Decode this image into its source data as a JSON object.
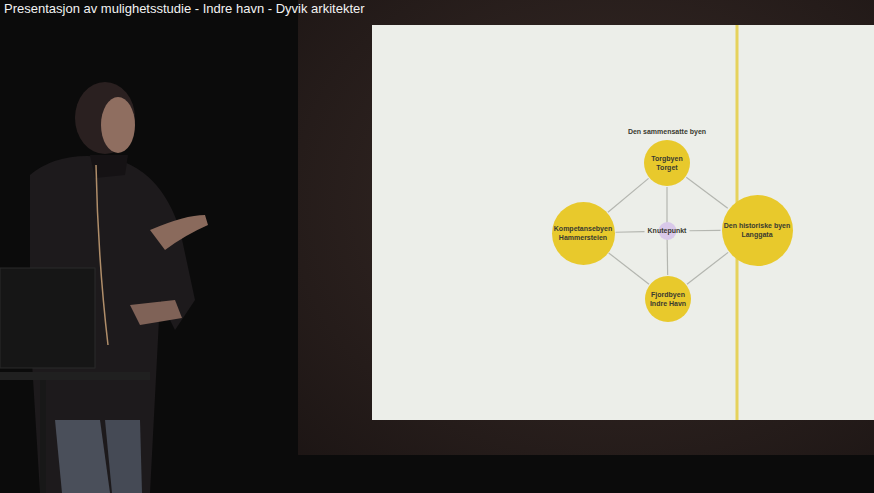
{
  "diagram": {
    "title": "Presentasjon av mulighetsstudie - Indre havn - Dyvik arkitekter",
    "nodes": [
      {
        "text": [
          "Torgbyen",
          "Torget"
        ]
      },
      {
        "text": [
          "Kompetansebyen",
          "Hammersteien"
        ]
      },
      {
        "text": [
          "Knutepunkt"
        ]
      },
      {
        "text": [
          "Den historiske byen",
          "Langgata"
        ]
      },
      {
        "text": [
          "Fjordbyen",
          "Indre Havn"
        ]
      }
    ],
    "edges": [
      {
        "from": 0,
        "to": 1,
        "arrow": "none"
      },
      {
        "from": 0,
        "to": 3,
        "arrow": "none"
      },
      {
        "from": 1,
        "to": 4,
        "arrow": "none"
      },
      {
        "from": 3,
        "to": 4,
        "arrow": "none"
      },
      {
        "from": 1,
        "to": 2,
        "arrow": "none"
      },
      {
        "from": 2,
        "to": 3,
        "arrow": "none"
      },
      {
        "from": 0,
        "to": 2,
        "arrow": "none"
      },
      {
        "from": 2,
        "to": 4,
        "arrow": "none"
      }
    ],
    "labels": [
      "Den sammensatte byen"
    ]
  }
}
